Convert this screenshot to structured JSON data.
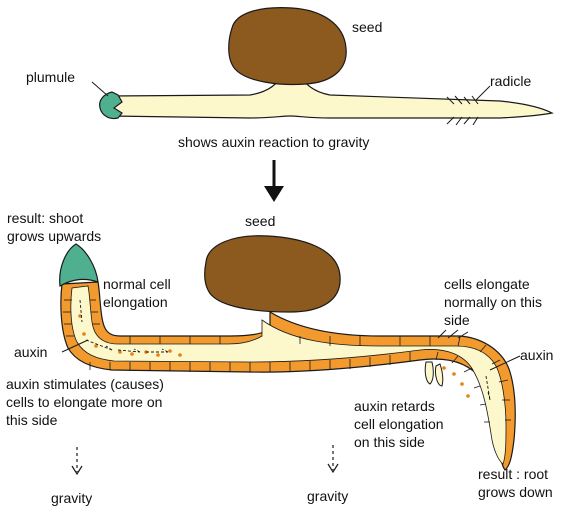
{
  "top_diagram": {
    "seed_label": "seed",
    "plumule_label": "plumule",
    "radicle_label": "radicle",
    "caption": "shows auxin reaction to gravity"
  },
  "bottom_diagram": {
    "seed_label": "seed",
    "result_shoot": [
      "result: shoot",
      "grows upwards"
    ],
    "normal_cell": [
      "normal cell",
      "elongation"
    ],
    "auxin_left": "auxin",
    "auxin_stimulates": [
      "auxin stimulates (causes)",
      "cells to elongate more on",
      "this side"
    ],
    "cells_elongate": [
      "cells elongate",
      "normally on this",
      "side"
    ],
    "auxin_right": "auxin",
    "auxin_retards": [
      "auxin retards",
      "cell elongation",
      "on this side"
    ],
    "result_root": [
      "result : root",
      "grows down"
    ],
    "gravity_left": "gravity",
    "gravity_mid": "gravity"
  },
  "colors": {
    "seed": "#8c5a1e",
    "stem_fill": "#fdf7cc",
    "cell_layer": "#f29a2e",
    "plumule": "#4fb090",
    "outline": "#1a1a1a"
  }
}
